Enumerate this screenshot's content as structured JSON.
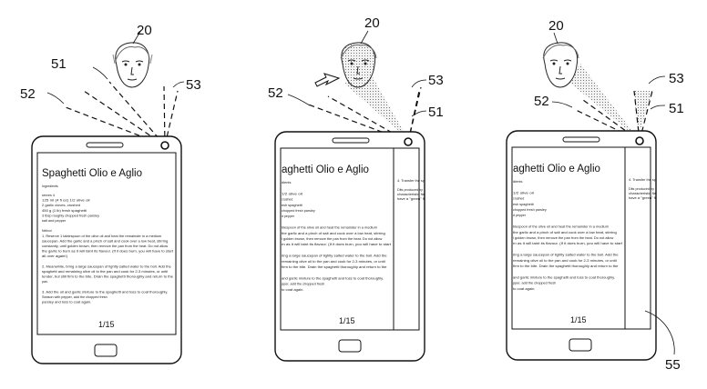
{
  "figure": {
    "ref_user": "20",
    "ref_line_51": "51",
    "ref_line_52": "52",
    "ref_line_53": "53",
    "ref_panel_55": "55"
  },
  "document": {
    "title": "Spaghetti Olio e Aglio",
    "title_cropped": "aghetti Olio e Aglio",
    "page_indicator": "1/15",
    "ingredients_heading": "Ingredients",
    "lines_left": [
      "serves 4",
      "125 ml (4 fl oz) 1/2 olive oil",
      "2 garlic cloves, crushed",
      "450 g (1 lb) fresh spaghetti",
      "3 tbsp roughly chopped fresh parsley",
      "salt and pepper",
      "",
      "Method",
      "1. Reserve 1 tablespoon of the olive oil and heat the remainder in a medium",
      "saucepan. Add the garlic and a pinch of salt and cook over a low heat, stirring",
      "constantly, until golden brown, then remove the pan from the heat. Do not allow",
      "the garlic to burn as it will taint its flavour. (If it does burn, you will have to start",
      "all over again!)",
      "",
      "2. Meanwhile, bring a large saucepan of lightly salted water to the boil. Add the",
      "spaghetti and remaining olive oil to the pan and cook for 2-3 minutes, or until",
      "tender, but still firm to the bite. Drain the spaghetti thoroughly and return to the",
      "pan.",
      "",
      "3. Add the oil and garlic mixture to the spaghetti and toss to coat thoroughly.",
      "Season with pepper, add the chopped fresh",
      "parsley and toss to coat again."
    ],
    "lines_cropped": [
      "dients",
      "",
      "1/2 olive oil",
      "crushed",
      "esh spaghetti",
      "chopped fresh parsley",
      "d pepper",
      "",
      "blespoon of the olive oil and heat the remainder in a medium",
      "the garlic and a pinch of salt and cook over a low heat, stirring",
      "l golden brown, then remove the pan from the heat. Do not allow",
      "rn as it will taint its flavour. (If it does burn, you will have to start",
      "",
      "ring a large saucepan of lightly salted water to the boil. Add the",
      "remaining olive oil to the pan and cook for 2-3 minutes, or until",
      "firm to the bite. Drain the spaghetti thoroughly and return to the",
      "",
      "and garlic mixture to the spaghetti and toss to coat thoroughly.",
      "pper, add the chopped fresh",
      "to coat again."
    ],
    "next_page_lines": [
      "4. Transfer the sp",
      "",
      "Dits produced by",
      "characteristic fla",
      "have a \"green\" fl"
    ]
  }
}
